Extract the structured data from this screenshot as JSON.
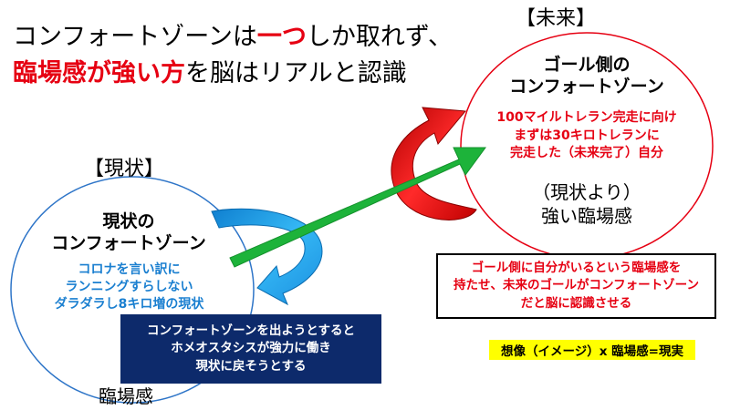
{
  "title": {
    "line1_a": "コンフォートゾーンは",
    "line1_b": "一つ",
    "line1_c": "しか取れず、",
    "line2_a": "臨場感が強い方",
    "line2_b": "を脳はリアルと認識"
  },
  "present": {
    "label": "【現状】",
    "heading_line1": "現状の",
    "heading_line2": "コンフォートゾーン",
    "desc_line1": "コロナを言い訳に",
    "desc_line2": "ランニングすらしない",
    "desc_line3": "ダラダラし8キロ増の現状",
    "footer": "臨場感"
  },
  "future": {
    "label": "【未来】",
    "heading_line1": "ゴール側の",
    "heading_line2": "コンフォートゾーン",
    "desc_line1": "100マイルトレラン完走に向け",
    "desc_line2": "まずは30キロトレランに",
    "desc_line3": "完走した（未来完了）自分",
    "strength_line1": "（現状より）",
    "strength_line2": "強い臨場感"
  },
  "homeostasis_box": {
    "line1": "コンフォートゾーンを出ようとすると",
    "line2": "ホメオスタシスが強力に働き",
    "line3": "現状に戻そうとする"
  },
  "goal_box": {
    "line1": "ゴール側に自分がいるという臨場感を",
    "line2": "持たせ、未来のゴールがコンフォートゾーン",
    "line3": "だと脳に認識させる"
  },
  "formula": "想像（イメージ）x 臨場感=現実",
  "colors": {
    "red": "#e60012",
    "blue_circle": "#2e75c8",
    "blue_text": "#1a7fd0",
    "navy": "#0d2a6b",
    "green_arrow": "#1db33a",
    "cyan_arrow": "#22a3e8",
    "red_arrow": "#e00000",
    "yellow": "#ffff00"
  }
}
